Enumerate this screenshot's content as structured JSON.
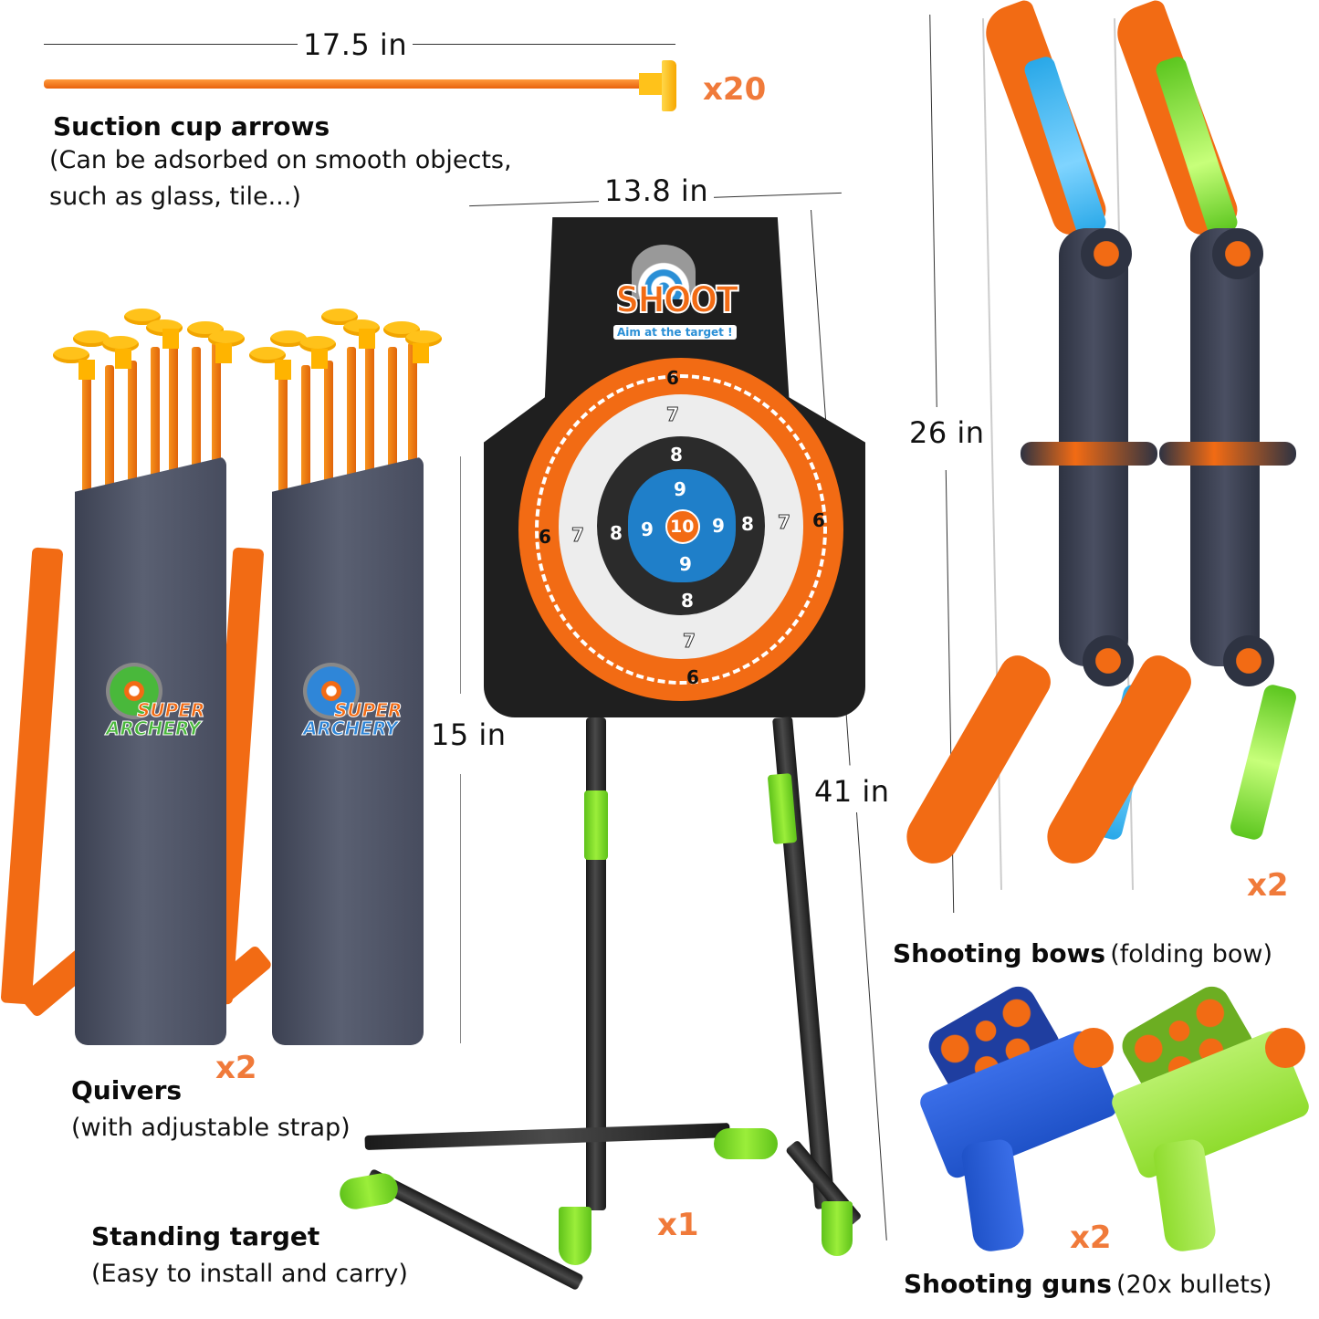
{
  "arrows": {
    "length_label": "17.5 in",
    "quantity": "x20",
    "title": "Suction cup arrows",
    "description_line1": "(Can be adsorbed on smooth objects,",
    "description_line2": "such as glass, tile...)",
    "shaft_color": "#f47b20",
    "cup_color": "#ffc21a"
  },
  "target": {
    "width_label": "13.8 in",
    "board_height_label": "15 in",
    "total_height_label": "41 in",
    "quantity": "x1",
    "title": "Standing target",
    "description": "(Easy to install and carry)",
    "logo_title": "SHOOT",
    "logo_subtitle": "Aim at the target !",
    "rings": {
      "outer": "6",
      "second": "7",
      "third": "8",
      "inner": "9",
      "bullseye": "10"
    },
    "colors": {
      "board": "#1f1f1f",
      "orange_ring": "#f26b14",
      "white_ring": "#eeeeee",
      "dark_ring": "#2a2a2a",
      "blue_center": "#1f7fc9",
      "stand_accent": "#7fd82a"
    }
  },
  "quivers": {
    "quantity": "x2",
    "title": "Quivers",
    "description": "(with adjustable strap)",
    "label_top": "SUPER",
    "label_bottom": "ARCHERY",
    "color": "#4a4f60",
    "strap_color": "#f26b14"
  },
  "bows": {
    "height_label": "26 in",
    "quantity": "x2",
    "title": "Shooting bows",
    "description": "(folding bow)",
    "limb_color": "#f26b14",
    "light_colors": [
      "#29a8e8",
      "#6fd825"
    ],
    "grip_color": "#3a3f50"
  },
  "guns": {
    "quantity": "x2",
    "title": "Shooting guns",
    "description": "(20x bullets)",
    "colors": [
      "#1f52c8",
      "#8fdc2e"
    ],
    "dart_color": "#f26b14"
  },
  "accent_color": "#f07a3a"
}
